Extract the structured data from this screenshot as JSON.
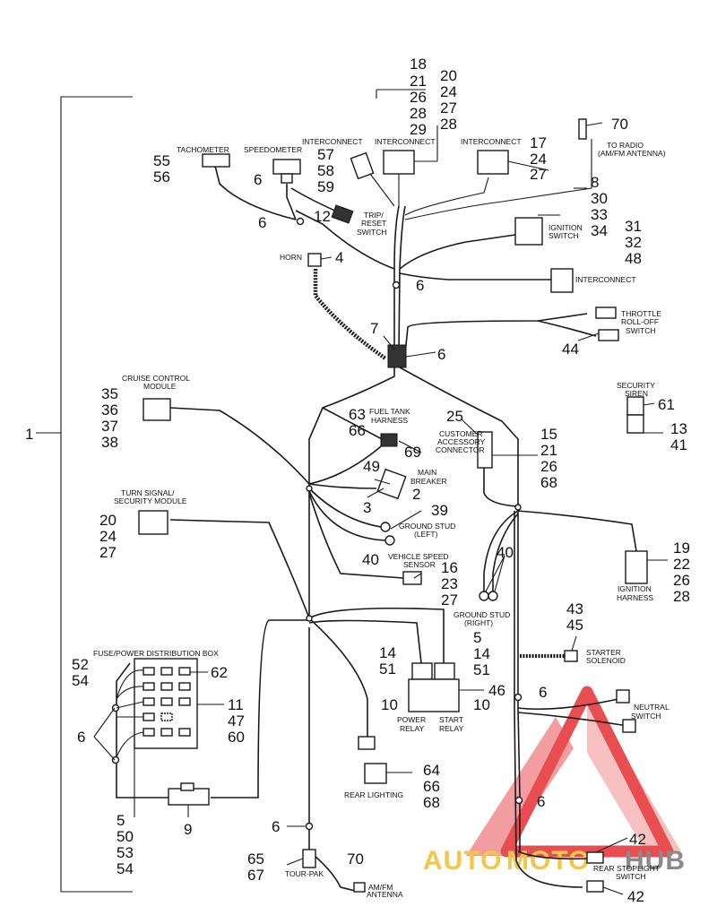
{
  "labels": {
    "tachometer": "TACHOMETER",
    "speedometer": "SPEEDOMETER",
    "interconnect_a": "INTERCONNECT",
    "interconnect_b": "INTERCONNECT",
    "interconnect_c": "INTERCONNECT",
    "interconnect_d": "INTERCONNECT",
    "to_radio_1": "TO RADIO",
    "to_radio_2": "(AM/FM ANTENNA)",
    "trip_1": "TRIP/",
    "trip_2": "RESET",
    "trip_3": "SWITCH",
    "ignition_switch_1": "IGNITION",
    "ignition_switch_2": "SWITCH",
    "horn": "HORN",
    "throttle_1": "THROTTLE",
    "throttle_2": "ROLL-OFF",
    "throttle_3": "SWITCH",
    "security_siren_1": "SECURITY",
    "security_siren_2": "SIREN",
    "cruise_1": "CRUISE CONTROL",
    "cruise_2": "MODULE",
    "fuel_tank_1": "FUEL TANK",
    "fuel_tank_2": "HARNESS",
    "customer_1": "CUSTOMER",
    "customer_2": "ACCESSORY",
    "customer_3": "CONNECTOR",
    "main_breaker_1": "MAIN",
    "main_breaker_2": "BREAKER",
    "turn_signal_1": "TURN SIGNAL/",
    "turn_signal_2": "SECURITY MODULE",
    "ground_left_1": "GROUND STUD",
    "ground_left_2": "(LEFT)",
    "vss_1": "VEHICLE SPEED",
    "vss_2": "SENSOR",
    "ground_right_1": "GROUND STUD",
    "ground_right_2": "(RIGHT)",
    "ignition_harness_1": "IGNITION",
    "ignition_harness_2": "HARNESS",
    "starter_1": "STARTER",
    "starter_2": "SOLENOID",
    "fuse_box": "FUSE/POWER DISTRIBUTION BOX",
    "power_relay_1": "POWER",
    "power_relay_2": "RELAY",
    "start_relay_1": "START",
    "start_relay_2": "RELAY",
    "neutral_1": "NEUTRAL",
    "neutral_2": "SWITCH",
    "rear_lighting": "REAR LIGHTING",
    "tour_pak": "TOUR-PAK",
    "am_fm_1": "AM/FM",
    "am_fm_2": "ANTENNA",
    "rear_stoplight_1": "REAR STOPLIGHT",
    "rear_stoplight_2": "SWITCH"
  },
  "callouts": {
    "c1": "1",
    "c18": "18",
    "c21a": "21",
    "c26a": "26",
    "c28a": "28",
    "c29": "29",
    "c20a": "20",
    "c24a": "24",
    "c27a": "27",
    "c28b": "28",
    "c70a": "70",
    "c17": "17",
    "c24b": "24",
    "c27b": "27",
    "c55": "55",
    "c56": "56",
    "c57": "57",
    "c58": "58",
    "c59": "59",
    "c6a": "6",
    "c6b": "6",
    "c12": "12",
    "c8": "8",
    "c30": "30",
    "c33": "33",
    "c34": "34",
    "c31": "31",
    "c32": "32",
    "c48": "48",
    "c4": "4",
    "c6c": "6",
    "c7": "7",
    "c6d": "6",
    "c44": "44",
    "c61": "61",
    "c13": "13",
    "c41": "41",
    "c35": "35",
    "c36": "36",
    "c37": "37",
    "c38": "38",
    "c63": "63",
    "c66a": "66",
    "c25": "25",
    "c15": "15",
    "c21b": "21",
    "c26b": "26",
    "c68a": "68",
    "c69": "69",
    "c49": "49",
    "c2": "2",
    "c3": "3",
    "c20b": "20",
    "c24c": "24",
    "c27c": "27",
    "c39": "39",
    "c40a": "40",
    "c40b": "40",
    "c16": "16",
    "c23": "23",
    "c27d": "27",
    "c19": "19",
    "c22": "22",
    "c26c": "26",
    "c28c": "28",
    "c43": "43",
    "c45": "45",
    "c5a": "5",
    "c14a": "14",
    "c14b": "14",
    "c51a": "51",
    "c51b": "51",
    "c52": "52",
    "c54a": "54",
    "c62": "62",
    "c11": "11",
    "c47": "47",
    "c60": "60",
    "c46": "46",
    "c10a": "10",
    "c10b": "10",
    "c6e": "6",
    "c6f": "6",
    "c64": "64",
    "c66b": "66",
    "c68b": "68",
    "c5b": "5",
    "c50": "50",
    "c53": "53",
    "c54b": "54",
    "c9": "9",
    "c6g": "6",
    "c6h": "6",
    "c65": "65",
    "c67": "67",
    "c70b": "70",
    "c42a": "42",
    "c42b": "42"
  },
  "watermark": {
    "text_part1": "AUTO",
    "text_part2": "MOTO",
    "text_part3": "HUB",
    "color_gold": "#f3c64b",
    "color_red": "#e4282c",
    "color_gray": "#8a8a8a"
  }
}
